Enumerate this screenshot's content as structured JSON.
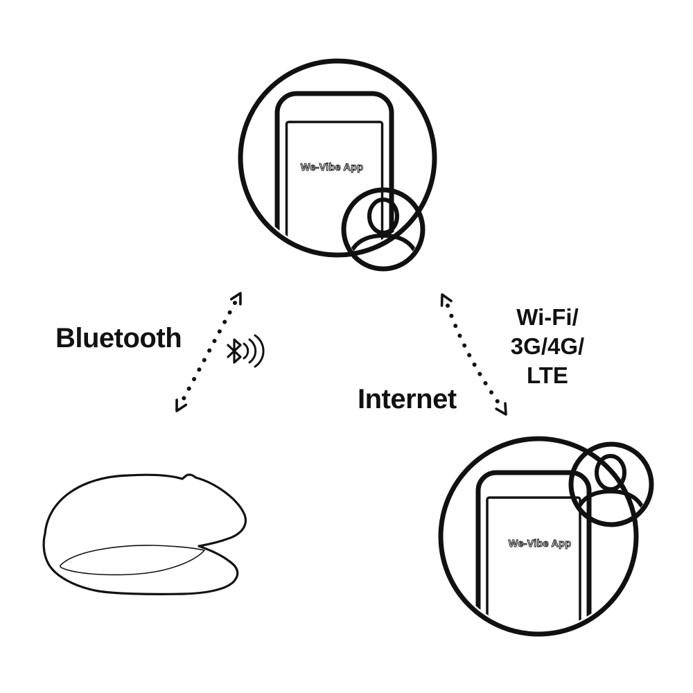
{
  "diagram_title": "We-Vibe app connectivity diagram",
  "labels": {
    "bluetooth": "Bluetooth",
    "internet": "Internet",
    "network": "Wi-Fi/\n3G/4G/\nLTE",
    "top_phone_app": "We-Vibe App",
    "bottom_phone_app": "We-Vibe App"
  },
  "nodes": {
    "top": "smartphone with We-Vibe App and user avatar",
    "bottom_left": "We-Vibe couples device",
    "bottom_right": "partner smartphone with We-Vibe App and user avatar"
  },
  "connections": [
    {
      "from": "bottom_left_device",
      "to": "top_phone",
      "type": "Bluetooth",
      "style": "dotted-double-arrow"
    },
    {
      "from": "top_phone",
      "to": "bottom_right_phone",
      "type": "Internet (Wi-Fi/3G/4G/LTE)",
      "style": "dotted-double-arrow"
    }
  ],
  "icons": {
    "bluetooth": "bluetooth-rune-icon",
    "signal": "signal-waves-icon",
    "user": "person-icon"
  },
  "colors": {
    "ink": "#111111",
    "background": "#ffffff"
  }
}
